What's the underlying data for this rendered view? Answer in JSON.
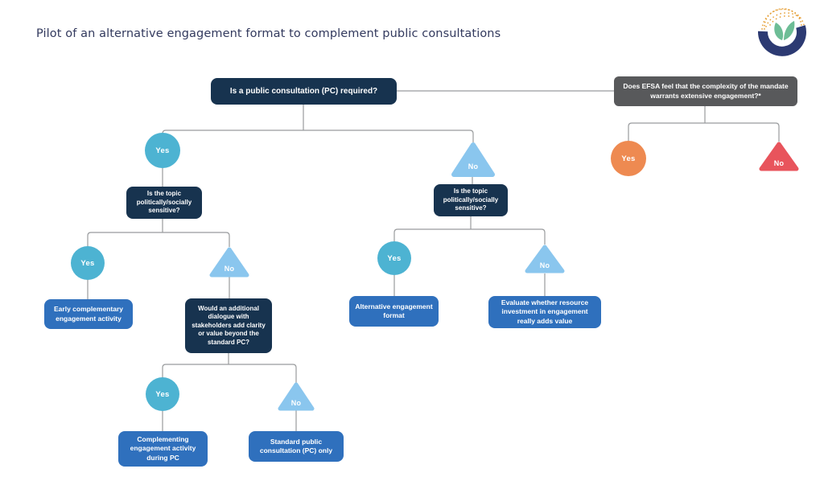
{
  "page": {
    "title": "Pilot of an alternative engagement format to complement public consultations"
  },
  "logo": {
    "name": "efsa-logo"
  },
  "colors": {
    "navy_box": "#17334f",
    "gray_box": "#58595b",
    "blue_box": "#2f70bd",
    "teal_marker": "#4db3d2",
    "lightblue_marker": "#8ac6ee",
    "orange_marker": "#ee8a51",
    "red_marker": "#e8545c",
    "connector": "#999b9d",
    "title_text": "#333a5e"
  },
  "flowchart": {
    "questions": {
      "pc_required": "Is a public consultation (PC) required?",
      "efsa_complexity": "Does EFSA feel that the complexity of the mandate warrants extensive engagement?*",
      "topic_sensitive_left": "Is the topic politically/socially sensitive?",
      "topic_sensitive_right": "Is the topic politically/socially sensitive?",
      "additional_dialogue": "Would an additional dialogue with stakeholders add clarity or value beyond the standard PC?"
    },
    "outcomes": {
      "early_complementary": "Early complementary engagement activity",
      "alternative_format": "Alternative engagement format",
      "evaluate_resource": "Evaluate whether resource investment in engagement really adds value",
      "complementing_during_pc": "Complementing engagement activity during PC",
      "standard_pc_only": "Standard public consultation (PC) only"
    },
    "labels": {
      "yes": "Yes",
      "no": "No"
    }
  }
}
